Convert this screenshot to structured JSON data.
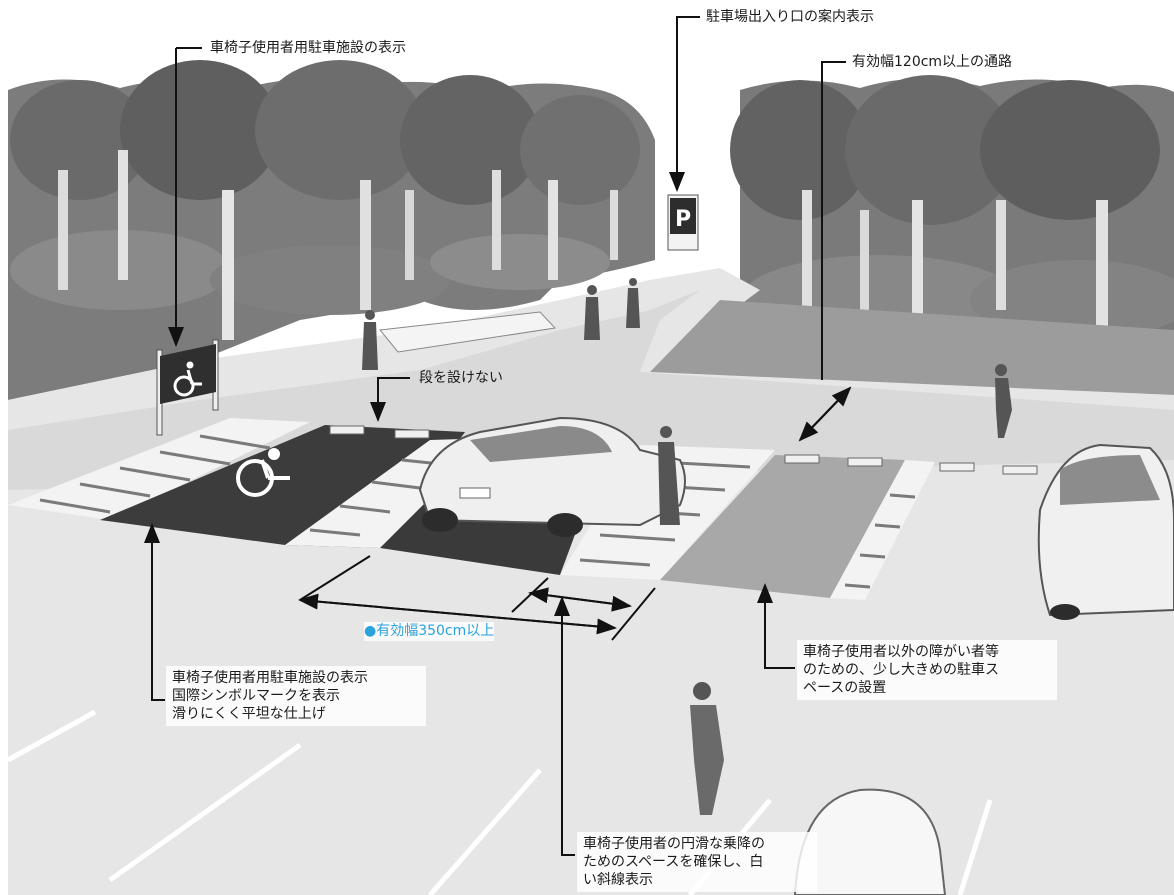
{
  "labels": {
    "entrance_sign": "駐車場出入り口の案内表示",
    "facility_sign": "車椅子使用者用駐車施設の表示",
    "aisle_width": "有効幅120cm以上の通路",
    "no_step": "段を設けない",
    "space_width": "●有効幅350cm以上",
    "surface_lines": [
      "車椅子使用者用駐車施設の表示",
      "国際シンボルマークを表示",
      "滑りにくく平坦な仕上げ"
    ],
    "larger_space_lines": [
      "車椅子使用者以外の障がい者等",
      "のための、少し大きめの駐車ス",
      "ペースの設置"
    ],
    "boarding_lines": [
      "車椅子使用者の円滑な乗降の",
      "ためのスペースを確保し、白",
      "い斜線表示"
    ]
  },
  "sign_text": "P",
  "colors": {
    "accent": "#29a3dc",
    "ink": "#1a1a1a",
    "asphalt": "#ececec",
    "dark_bay": "#3a3a3a",
    "mid_bay": "#a9a9a9",
    "foliage": "#6f6f6f"
  }
}
